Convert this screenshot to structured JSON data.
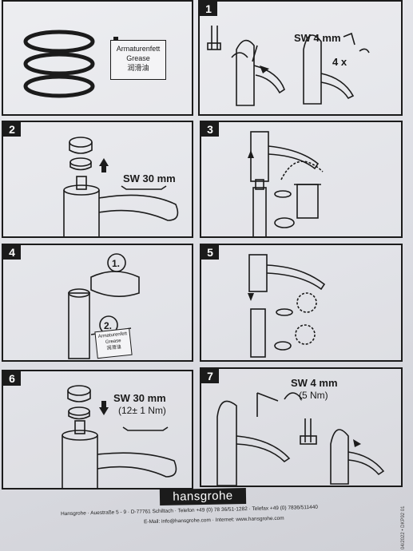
{
  "grease": {
    "line1": "Armaturenfett",
    "line2": "Grease",
    "line3": "润滑油"
  },
  "panels": {
    "p1": {
      "num": "1",
      "wrench": "SW 4 mm",
      "turns": "4 x"
    },
    "p2": {
      "num": "2",
      "wrench": "SW 30 mm"
    },
    "p3": {
      "num": "3"
    },
    "p4": {
      "num": "4",
      "step1": "1.",
      "step2": "2.",
      "box1": "Armaturenfett",
      "box2": "Grease",
      "box3": "润滑油"
    },
    "p5": {
      "num": "5"
    },
    "p6": {
      "num": "6",
      "wrench": "SW 30 mm",
      "torque": "(12± 1 Nm)"
    },
    "p7": {
      "num": "7",
      "wrench": "SW 4 mm",
      "torque": "(5 Nm)"
    }
  },
  "brand": "hansgrohe",
  "footer": {
    "line1": "Hansgrohe · Auestraße 5 - 9 · D-77761 Schiltach · Telefon +49 (0) 78 36/51-1282 · Telefax +49 (0) 7836/511440",
    "line2": "E-Mail: info@hansgrohe.com · Internet: www.hansgrohe.com",
    "code": "04/2022 • DKP92 01"
  }
}
